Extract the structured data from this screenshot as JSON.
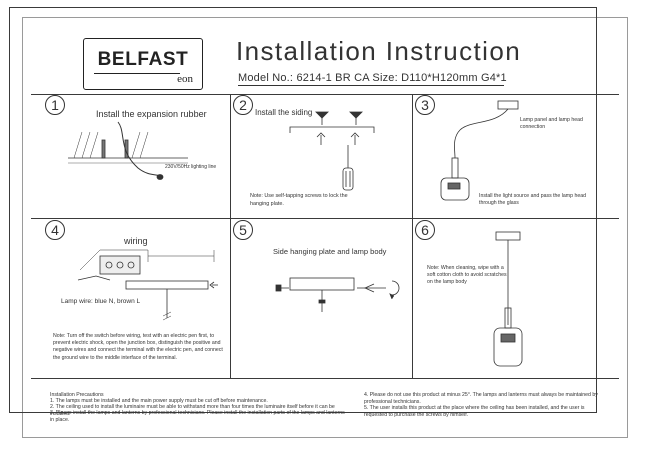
{
  "header": {
    "brand_name": "BELFAST",
    "brand_sub": "eon",
    "title": "Installation Instruction",
    "model_line": "Model No.:  6214-1 BR CA   Size: D110*H120mm    G4*1"
  },
  "steps": [
    {
      "number": "1",
      "caption": "Install the expansion rubber",
      "label": "230V/50Hz lighting line"
    },
    {
      "number": "2",
      "caption": "Install the siding",
      "note": "Note: Use self-tapping screws to lock the hanging plate."
    },
    {
      "number": "3",
      "label_top": "Lamp panel and lamp head connection",
      "note": "Install the light source and pass the lamp head through the glass"
    },
    {
      "number": "4",
      "caption": "wiring",
      "label": "Lamp wire: blue N, brown L",
      "note": "Note: Turn off the switch before wiring, test with an electric pen first, to prevent electric shock, open the junction box, distinguish the positive and negative wires and connect the terminal with the electric pen, and connect the ground wire to the middle interface of the terminal."
    },
    {
      "number": "5",
      "caption": "Side hanging plate and lamp body"
    },
    {
      "number": "6",
      "note": "Note: When cleaning, wipe with a soft cotton cloth to avoid scratches on the lamp body"
    }
  ],
  "precautions": {
    "heading": "Installation Precautions",
    "left": [
      "1. The lamps must be installed and the main power supply must be cut off before maintenance.",
      "2. The ceiling used to install the luminaire must be able to withstand more than four times the luminaire itself before it can be installed.",
      "3. Please install the lamps and lanterns by professional technicians. Please install the installation parts of the lamps and lanterns in place."
    ],
    "right": [
      "4. Please do not use this product at minus 25°. The lamps and lanterns must always be maintained by professional technicians.",
      "5. The user installs this product at the place where the ceiling has been installed, and the user is requested to purchase the screws by himself."
    ]
  }
}
